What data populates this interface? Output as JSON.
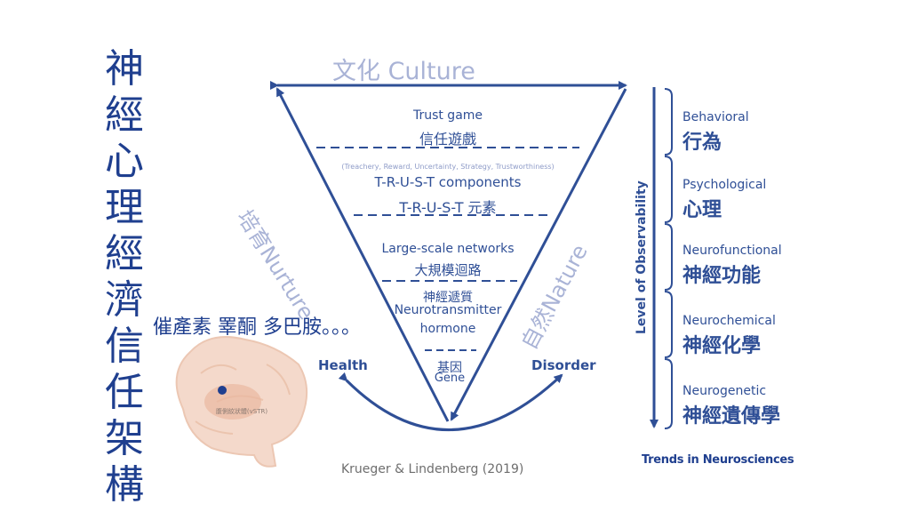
{
  "vertical_title": [
    "神",
    "經",
    "心",
    "理",
    "經",
    "濟",
    "信",
    "任",
    "架",
    "構"
  ],
  "inline_note": "催產素 睪酮 多巴胺。。。",
  "top_label": "文化 Culture",
  "left_label_zh": "培育",
  "left_label_en": "Nurture",
  "right_label_zh": "自然",
  "right_label_en": "Nature",
  "layers": {
    "trust_game_en": "Trust game",
    "trust_game_zh": "信任遊戲",
    "trust_sub": "(Treachery, Reward, Uncertainty, Strategy, Trustworthiness)",
    "trust_comp_en": "T-R-U-S-T components",
    "trust_comp_zh": "T-R-U-S-T 元素",
    "networks_en": "Large-scale networks",
    "networks_zh": "大規模迴路",
    "neuro_zh": "神經遞質",
    "neuro_en": "Neurotransmitter",
    "hormone": "hormone",
    "gene_zh": "基因",
    "gene_en": "Gene"
  },
  "health": "Health",
  "disorder": "Disorder",
  "brain_label": "腹側紋狀體(vSTR)",
  "citation": "Krueger & Lindenberg (2019)",
  "axis_label": "Level of Observability",
  "levels": [
    {
      "en": "Behavioral",
      "zh": "行為"
    },
    {
      "en": "Psychological",
      "zh": "心理"
    },
    {
      "en": "Neurofunctional",
      "zh": "神經功能"
    },
    {
      "en": "Neurochemical",
      "zh": "神經化學"
    },
    {
      "en": "Neurogenetic",
      "zh": "神經遺傳學"
    }
  ],
  "journal": "Trends in Neurosciences",
  "colors": {
    "primary": "#2f4f96",
    "light": "#a9b3d6",
    "brain": "#f3d9c9"
  }
}
